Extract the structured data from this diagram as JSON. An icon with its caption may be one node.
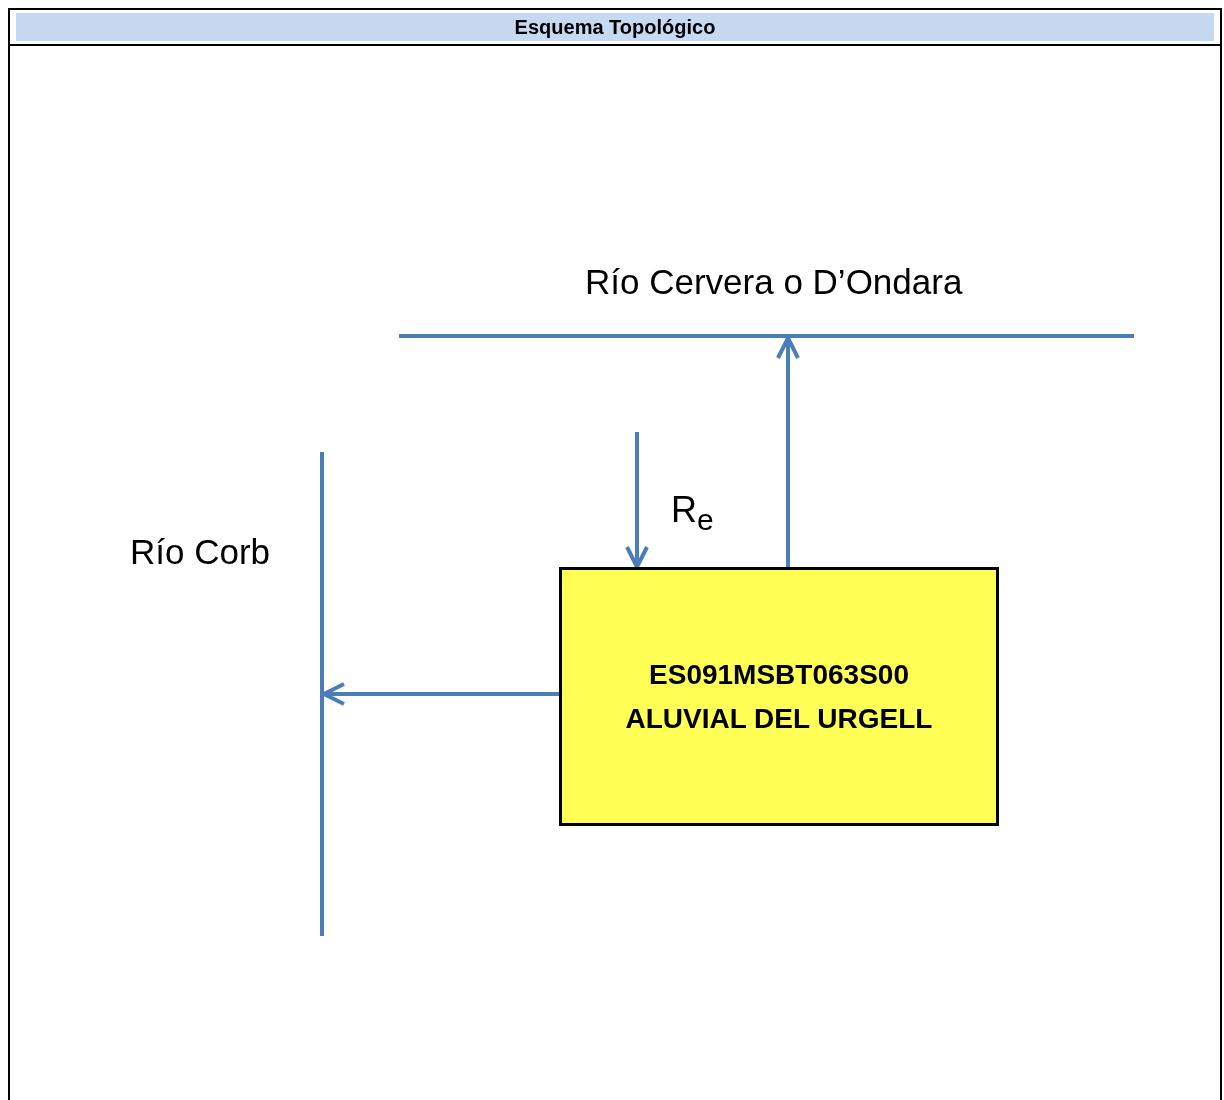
{
  "diagram": {
    "title": "Esquema Topológico",
    "nodes": [
      {
        "text": [
          "Río Cervera o D’Ondara"
        ]
      },
      {
        "text": [
          "Río Corb"
        ]
      },
      {
        "text": [
          "ES091MSBT063S00 ALUVIAL DEL URGELL"
        ]
      }
    ],
    "edges": [
      {
        "from": 2,
        "to": 0,
        "arrow": "to"
      },
      {
        "from": 2,
        "to": 1,
        "arrow": "to"
      },
      {
        "from": null,
        "to": 2,
        "arrow": "to",
        "label": "R$_{e}$"
      }
    ]
  }
}
